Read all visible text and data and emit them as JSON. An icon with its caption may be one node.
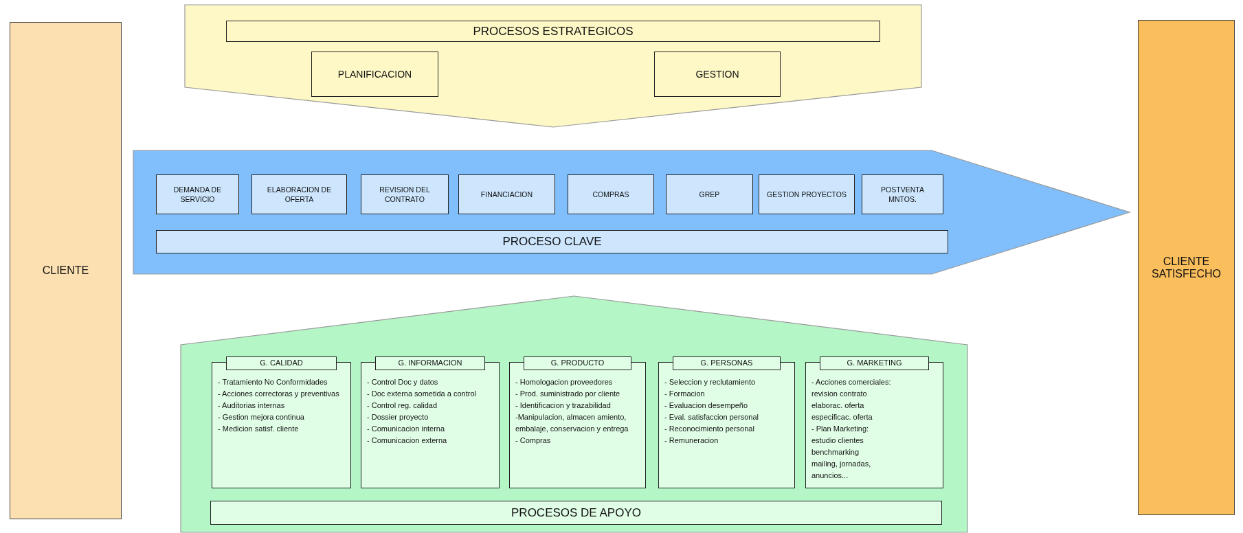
{
  "diagram": {
    "nodes": [
      {
        "text": [
          "CLIENTE"
        ]
      },
      {
        "text": [],
        "shape": "arrow"
      },
      {
        "text": [
          "PROCESOS ESTRATEGICOS"
        ],
        "in": 1
      },
      {
        "text": [
          "PLANIFICACION"
        ],
        "in": 1
      },
      {
        "text": [
          "GESTION"
        ],
        "in": 1
      },
      {
        "text": [],
        "shape": "arrow"
      },
      {
        "text": [
          "DEMANDA DE SERVICIO"
        ],
        "in": 5
      },
      {
        "text": [
          "ELABORACION DE OFERTA"
        ],
        "in": 5
      },
      {
        "text": [
          "REVISION DEL CONTRATO"
        ],
        "in": 5
      },
      {
        "text": [
          "FINANCIACION"
        ],
        "in": 5
      },
      {
        "text": [
          "COMPRAS"
        ],
        "in": 5
      },
      {
        "text": [
          "GREP"
        ],
        "in": 5
      },
      {
        "text": [
          "GESTION PROYECTOS"
        ],
        "in": 5
      },
      {
        "text": [
          "POSTVENTA MNTOS."
        ],
        "in": 5
      },
      {
        "text": [
          "PROCESO CLAVE"
        ],
        "in": 5
      },
      {
        "text": [],
        "shape": "arrow"
      },
      {
        "text": [
          "G. CALIDAD",
          "- Tratamiento No Conformidades",
          "- Acciones correctoras y preventivas",
          "- Auditorias internas",
          "- Gestion mejora continua",
          "- Medicion satisf. cliente"
        ],
        "in": 15
      },
      {
        "text": [
          "G. INFORMACION",
          "- Control Doc y datos",
          "- Doc externa sometida a control",
          "- Control reg. calidad",
          "- Dossier proyecto",
          "- Comunicacion interna",
          "- Comunicacion externa"
        ],
        "in": 15
      },
      {
        "text": [
          "G. PRODUCTO",
          "- Homologacion proveedores",
          "- Prod. suministrado por cliente",
          "- Identificacion y trazabilidad",
          "-Manipulacion, almacen amiento, embalaje, conservacion y entrega",
          "- Compras"
        ],
        "in": 15
      },
      {
        "text": [
          "G. PERSONAS",
          "- Seleccion y reclutamiento",
          "- Formacion",
          "- Evaluacion desempeño",
          "- Eval. satisfaccion personal",
          "- Reconocimiento personal",
          "- Remuneracion"
        ],
        "in": 15
      },
      {
        "text": [
          "G. MARKETING",
          "- Acciones comerciales:",
          "revision contrato",
          "elaborac. oferta",
          "especificac. oferta",
          "- Plan Marketing:",
          "estudio clientes",
          "benchmarking",
          "mailing, jornadas,",
          "anuncios..."
        ],
        "in": 15
      },
      {
        "text": [
          "PROCESOS DE APOYO"
        ],
        "in": 15
      },
      {
        "text": [
          "CLIENTE SATISFECHO"
        ]
      }
    ]
  }
}
